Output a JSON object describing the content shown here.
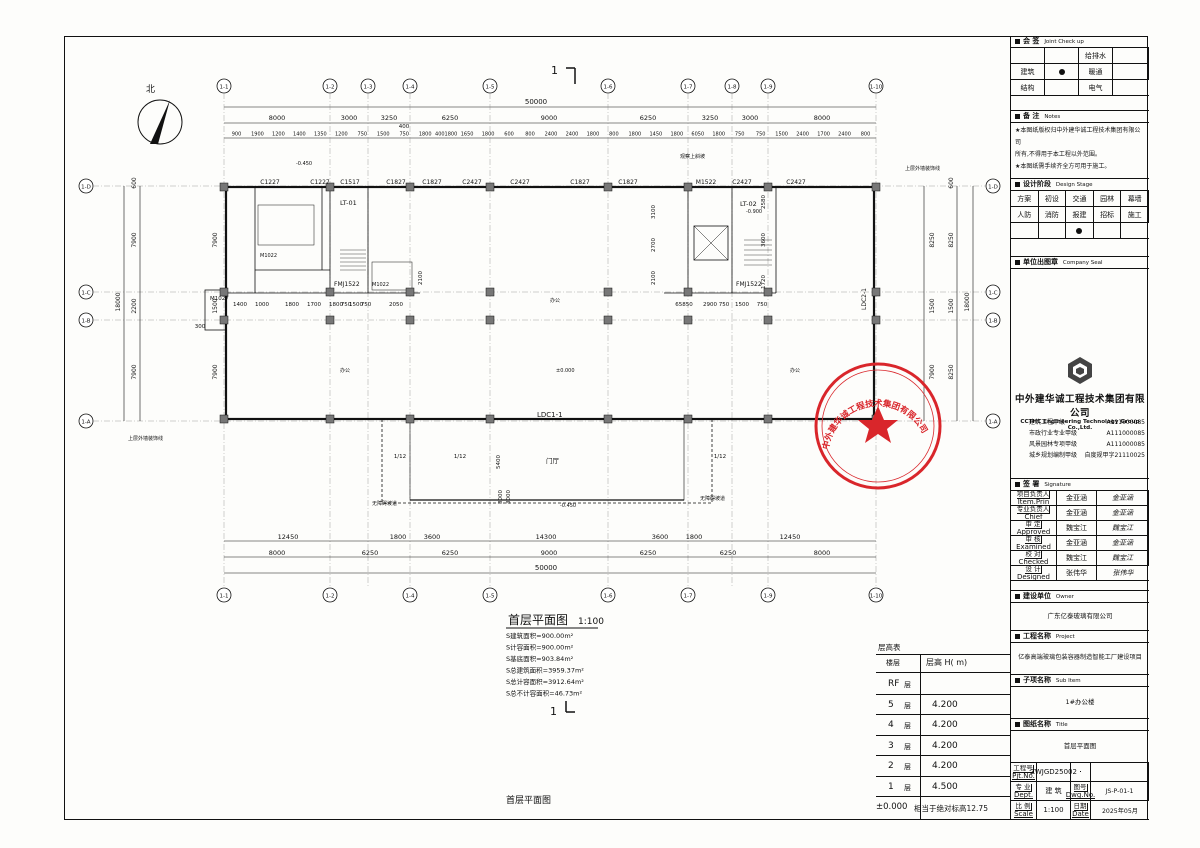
{
  "plan": {
    "north_label": "北",
    "section_mark": "1",
    "overall_dim": "50000",
    "top_grid_labels": [
      "1-1",
      "1-2",
      "1-3",
      "1-4",
      "1-5",
      "1-6",
      "1-7",
      "1-8",
      "1-9",
      "1-10"
    ],
    "bottom_grid_labels": [
      "1-1",
      "1-2",
      "1-4",
      "1-5",
      "1-6",
      "1-7",
      "1-9",
      "1-10"
    ],
    "side_grid_labels": [
      "1-D",
      "1-C",
      "1-B",
      "1-A"
    ],
    "top_spans": [
      "8000",
      "3000",
      "3250",
      "6250",
      "9000",
      "6250",
      "3250",
      "3000",
      "8000"
    ],
    "top_sub_dims": [
      "900",
      "1900",
      "1200",
      "1400",
      "1350",
      "1200",
      "750",
      "1500",
      "750",
      "1800",
      "4001800",
      "1650",
      "1800",
      "600",
      "800",
      "2400",
      "2400",
      "1800",
      "800",
      "1800",
      "1450",
      "1800",
      "6050",
      "1800",
      "750",
      "750",
      "1500",
      "2400",
      "1700",
      "2400",
      "800"
    ],
    "top_note_400": "400",
    "bottom_spans": [
      "8000",
      "6250",
      "6250",
      "9000",
      "6250",
      "6250",
      "8000"
    ],
    "bottom_outer": [
      "12450",
      "1800",
      "3600",
      "14300",
      "3600",
      "1800",
      "12450"
    ],
    "left_dims_outer": "18000",
    "left_dims": [
      "600",
      "7900",
      "2200",
      "7900"
    ],
    "left_dims_inner": [
      "7900",
      "1500",
      "7900"
    ],
    "right_dims_outer": "18000",
    "right_dims": [
      "600",
      "8250",
      "1500",
      "8250"
    ],
    "right_dims_inner": [
      "8250",
      "1500",
      "7900"
    ],
    "window_labels_top": [
      "C1227",
      "C1227",
      "C1517",
      "C1827",
      "C1827",
      "C2427",
      "C2427",
      "C1827",
      "C1827",
      "M1522",
      "C2427",
      "C2427"
    ],
    "lt01": "LT-01",
    "lt02": "LT-02",
    "lt02_elev": "-0.900",
    "fmj1": "FMJ1522",
    "fmj2": "FMJ1522",
    "m1022a": "M1022",
    "m1022b": "M1022",
    "m1027": "M1027",
    "ldc1": "LDC1-1",
    "ldc2": "LDC2-1",
    "room_office": "办公",
    "room_lobby": "门厅",
    "elev_0": "±0.000",
    "elev_top": "-0.450",
    "elev_bottom": "-0.450",
    "note_outdoor": "上层外墙装饰线",
    "note_shaft": "观察上斜坡",
    "note_ramp": "无障碍坡道",
    "dims_misc": [
      "3100",
      "2700",
      "2100",
      "2580",
      "3600",
      "1720",
      "2100",
      "1400",
      "1000",
      "1800",
      "1700",
      "1800",
      "750",
      "1500",
      "750",
      "2050",
      "5400",
      "3000",
      "3000",
      "2900",
      "750",
      "1500",
      "750",
      "300",
      "1/12",
      "1/12",
      "65850",
      "1/12"
    ],
    "title": "首层平面图",
    "scale": "1:100",
    "area_lines": [
      "S建筑面积=900.00m²",
      "S计容面积=900.00m²",
      "S基底面积=903.84m²",
      "S总建筑面积=3959.37m²",
      "S总计容面积=3912.64m²",
      "S总不计容面积=46.73m²"
    ],
    "bottom_caption": "首层平面图"
  },
  "floor_table": {
    "title": "层高表",
    "col_floor": "楼层",
    "col_height": "层高 H( m)",
    "rows": [
      {
        "floor": "RF",
        "unit": "层",
        "height": ""
      },
      {
        "floor": "5",
        "unit": "层",
        "height": "4.200"
      },
      {
        "floor": "4",
        "unit": "层",
        "height": "4.200"
      },
      {
        "floor": "3",
        "unit": "层",
        "height": "4.200"
      },
      {
        "floor": "2",
        "unit": "层",
        "height": "4.200"
      },
      {
        "floor": "1",
        "unit": "层",
        "height": "4.500"
      }
    ],
    "footer_elev": "±0.000",
    "footer_text": "相当于绝对标高12.75"
  },
  "seal": {
    "text": "中外建华诚工程技术集团有限公司",
    "color": "#d9262b"
  },
  "titleblock": {
    "joint_hdr": "会  签",
    "joint_hdr_en": "Joint Check up",
    "joint_rows": [
      [
        "",
        "",
        "给排水",
        ""
      ],
      [
        "建筑",
        "●",
        "暖通",
        ""
      ],
      [
        "结构",
        "",
        "电气",
        ""
      ]
    ],
    "notes_hdr": "备  注",
    "notes_hdr_en": "Notes",
    "notes": [
      "★本图纸版权归中外建华诚工程技术集团有限公司",
      "所有,不得用于本工程以外范围。",
      "★本图纸需手续齐全方可用于施工。"
    ],
    "stage_hdr": "设计阶段",
    "stage_hdr_en": "Design Stage",
    "stage_row1": [
      "方案",
      "初设",
      "交通",
      "园林",
      "幕墙"
    ],
    "stage_row2": [
      "人防",
      "消防",
      "报建",
      "招标",
      "施工"
    ],
    "company_seal_hdr": "单位出图章",
    "company_seal_hdr_en": "Company Seal",
    "company_cn": "中外建华诚工程技术集团有限公司",
    "company_en": "CCTHC Engineering Technology Group Co.,Ltd.",
    "licenses": [
      {
        "label": "建筑工程甲级",
        "no": "A111000085"
      },
      {
        "label": "市政行业专业甲级",
        "no": "A111000085"
      },
      {
        "label": "风景园林专项甲级",
        "no": "A111000085"
      },
      {
        "label": "城乡规划编制甲级",
        "no": "自度规甲字21110025"
      }
    ],
    "sign_hdr": "签  署",
    "sign_hdr_en": "Signature",
    "sign_rows": [
      {
        "role": "项目负责人",
        "role_en": "Item.Prin",
        "name": "金亚涵",
        "sig": "金亚涵"
      },
      {
        "role": "专业负责人",
        "role_en": "Chief",
        "name": "金亚涵",
        "sig": "金亚涵"
      },
      {
        "role": "审  定",
        "role_en": "Approved",
        "name": "魏宝江",
        "sig": "魏宝江"
      },
      {
        "role": "审  核",
        "role_en": "Examined",
        "name": "金亚涵",
        "sig": "金亚涵"
      },
      {
        "role": "校  对",
        "role_en": "Checked",
        "name": "魏宝江",
        "sig": "魏宝江"
      },
      {
        "role": "设  计",
        "role_en": "Designed",
        "name": "张伟华",
        "sig": "张伟华"
      }
    ],
    "owner_hdr": "建设单位",
    "owner_hdr_en": "Owner",
    "owner": "广东亿泰玻璃有限公司",
    "project_hdr": "工程名称",
    "project_hdr_en": "Project",
    "project": "亿泰高端玻璃包装容器制造智能工厂建设项目",
    "subitem_hdr": "子项名称",
    "subitem_hdr_en": "Sub Item",
    "subitem": "1#办公楼",
    "title_hdr": "图纸名称",
    "title_hdr_en": "Title",
    "drawing_title": "首层平面图",
    "meta": [
      {
        "l1": "工程号",
        "l2": "Pjt.No.",
        "v": "ZWJGD25002",
        "l3": "",
        "v2": ""
      },
      {
        "l1": "专  业",
        "l2": "Dept.",
        "v": "建 筑",
        "l3": "图号",
        "l3en": "Dwg.No.",
        "v2": "JS-P-01-1"
      },
      {
        "l1": "比  例",
        "l2": "Scale",
        "v": "1:100",
        "l3": "日期",
        "l3en": "Date",
        "v2": "2025年05月"
      }
    ]
  }
}
